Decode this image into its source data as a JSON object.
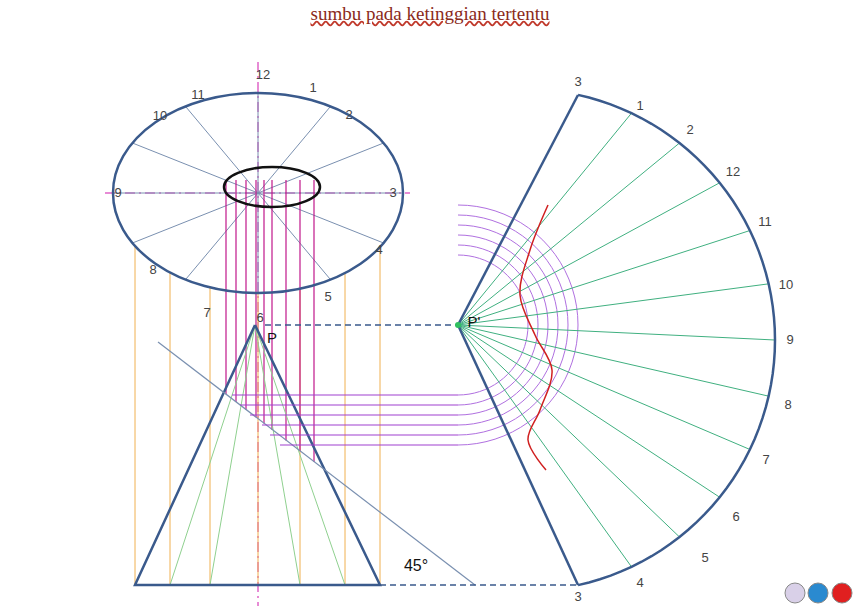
{
  "diagram": {
    "labels": [
      "sumbu pada ketinggian tertentu",
      "12",
      "1",
      "2",
      "3",
      "4",
      "5",
      "6",
      "7",
      "8",
      "9",
      "10",
      "11",
      "P",
      "P'",
      "45°",
      "3",
      "1",
      "2",
      "12",
      "11",
      "10",
      "9",
      "8",
      "7",
      "6",
      "5",
      "4",
      "3"
    ]
  }
}
